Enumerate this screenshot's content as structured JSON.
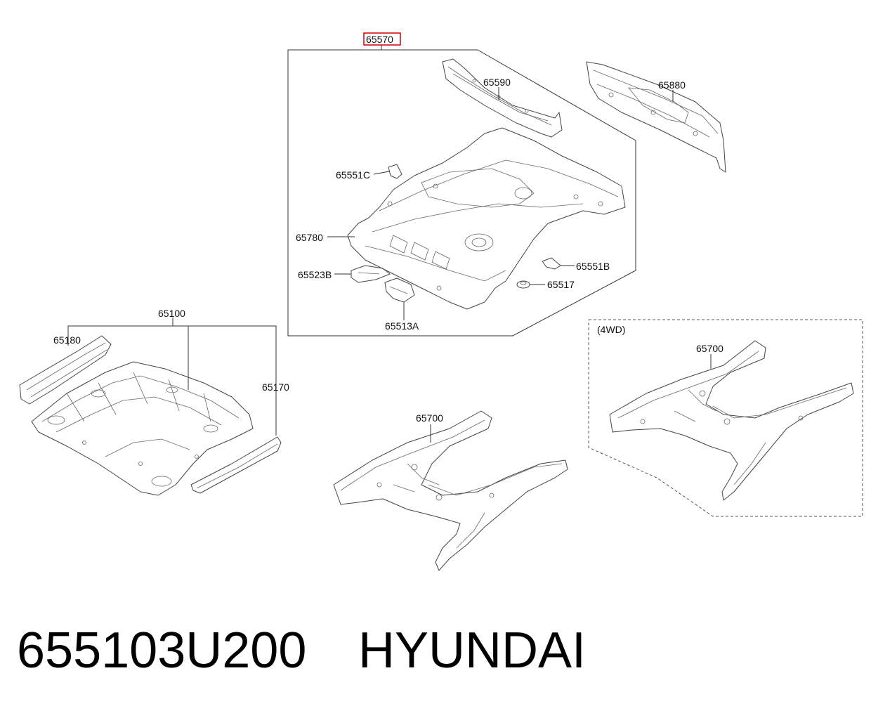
{
  "diagram": {
    "highlight_color": "#d00000",
    "labels": {
      "assy_main": "65570",
      "rear_crossmember": "65590",
      "rear_panel": "65880",
      "bracket_c": "65551C",
      "floor_rear": "65780",
      "bracket_b2": "65523B",
      "bracket_b": "65551B",
      "plug": "65517",
      "bracket_a": "65513A",
      "floor_assy": "65100",
      "side_member": "65180",
      "side_sill": "65170",
      "rear_member_2wd": "65700",
      "variant_note": "(4WD)",
      "rear_member_4wd": "65700"
    }
  },
  "footer": {
    "part_number": "655103U200",
    "brand": "HYUNDAI"
  }
}
